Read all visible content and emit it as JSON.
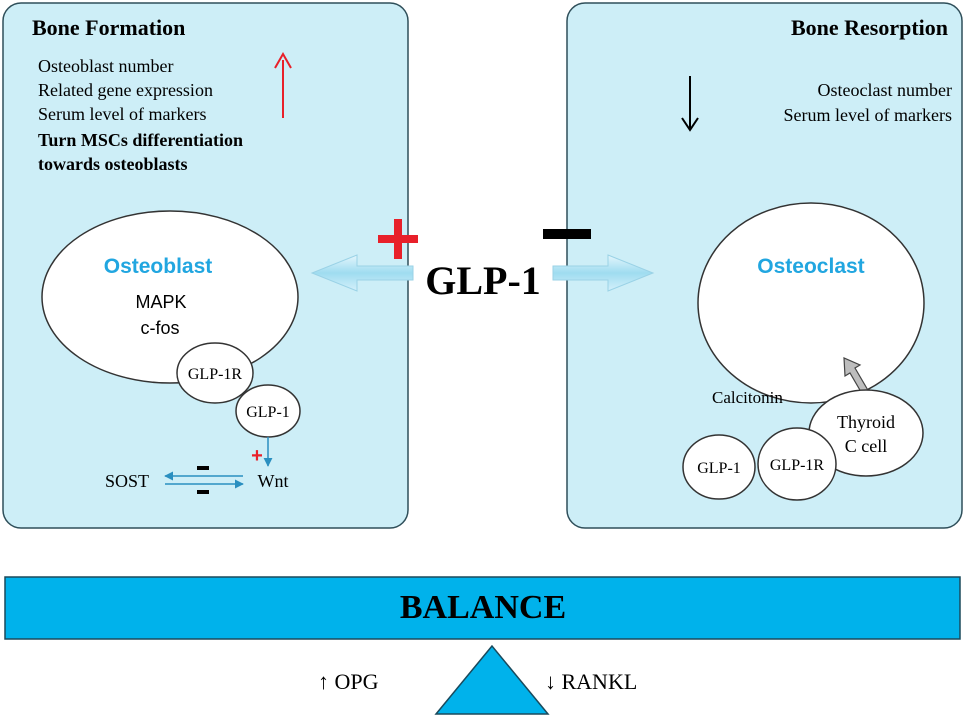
{
  "left_panel": {
    "title": "Bone Formation",
    "lines": [
      "Osteoblast number",
      "Related gene expression",
      "Serum level of markers"
    ],
    "bold_lines": [
      "Turn MSCs differentiation",
      "towards osteoblasts"
    ],
    "cell_label": "Osteoblast",
    "pathway_1": "MAPK",
    "pathway_2": "c-fos",
    "receptor": "GLP-1R",
    "ligand": "GLP-1",
    "sost": "SOST",
    "wnt": "Wnt",
    "plus": "+",
    "minus": "-"
  },
  "right_panel": {
    "title": "Bone Resorption",
    "lines": [
      "Osteoclast number",
      "Serum level of markers"
    ],
    "cell_label": "Osteoclast",
    "calcitonin": "Calcitonin",
    "thyroid_1": "Thyroid",
    "thyroid_2": "C cell",
    "ligand": "GLP-1",
    "receptor": "GLP-1R"
  },
  "center": {
    "label": "GLP-1",
    "plus": "+",
    "minus": "-"
  },
  "balance": {
    "label": "BALANCE",
    "opg": "↑ OPG",
    "rankl": "↓ RANKL"
  },
  "colors": {
    "panel_fill": "#cdeef7",
    "panel_stroke": "#2f4f5a",
    "cell_label": "#21a6e0",
    "balance_fill": "#00b2eb",
    "red": "#e8202a",
    "arrow_fill": "#a8e0f2"
  }
}
